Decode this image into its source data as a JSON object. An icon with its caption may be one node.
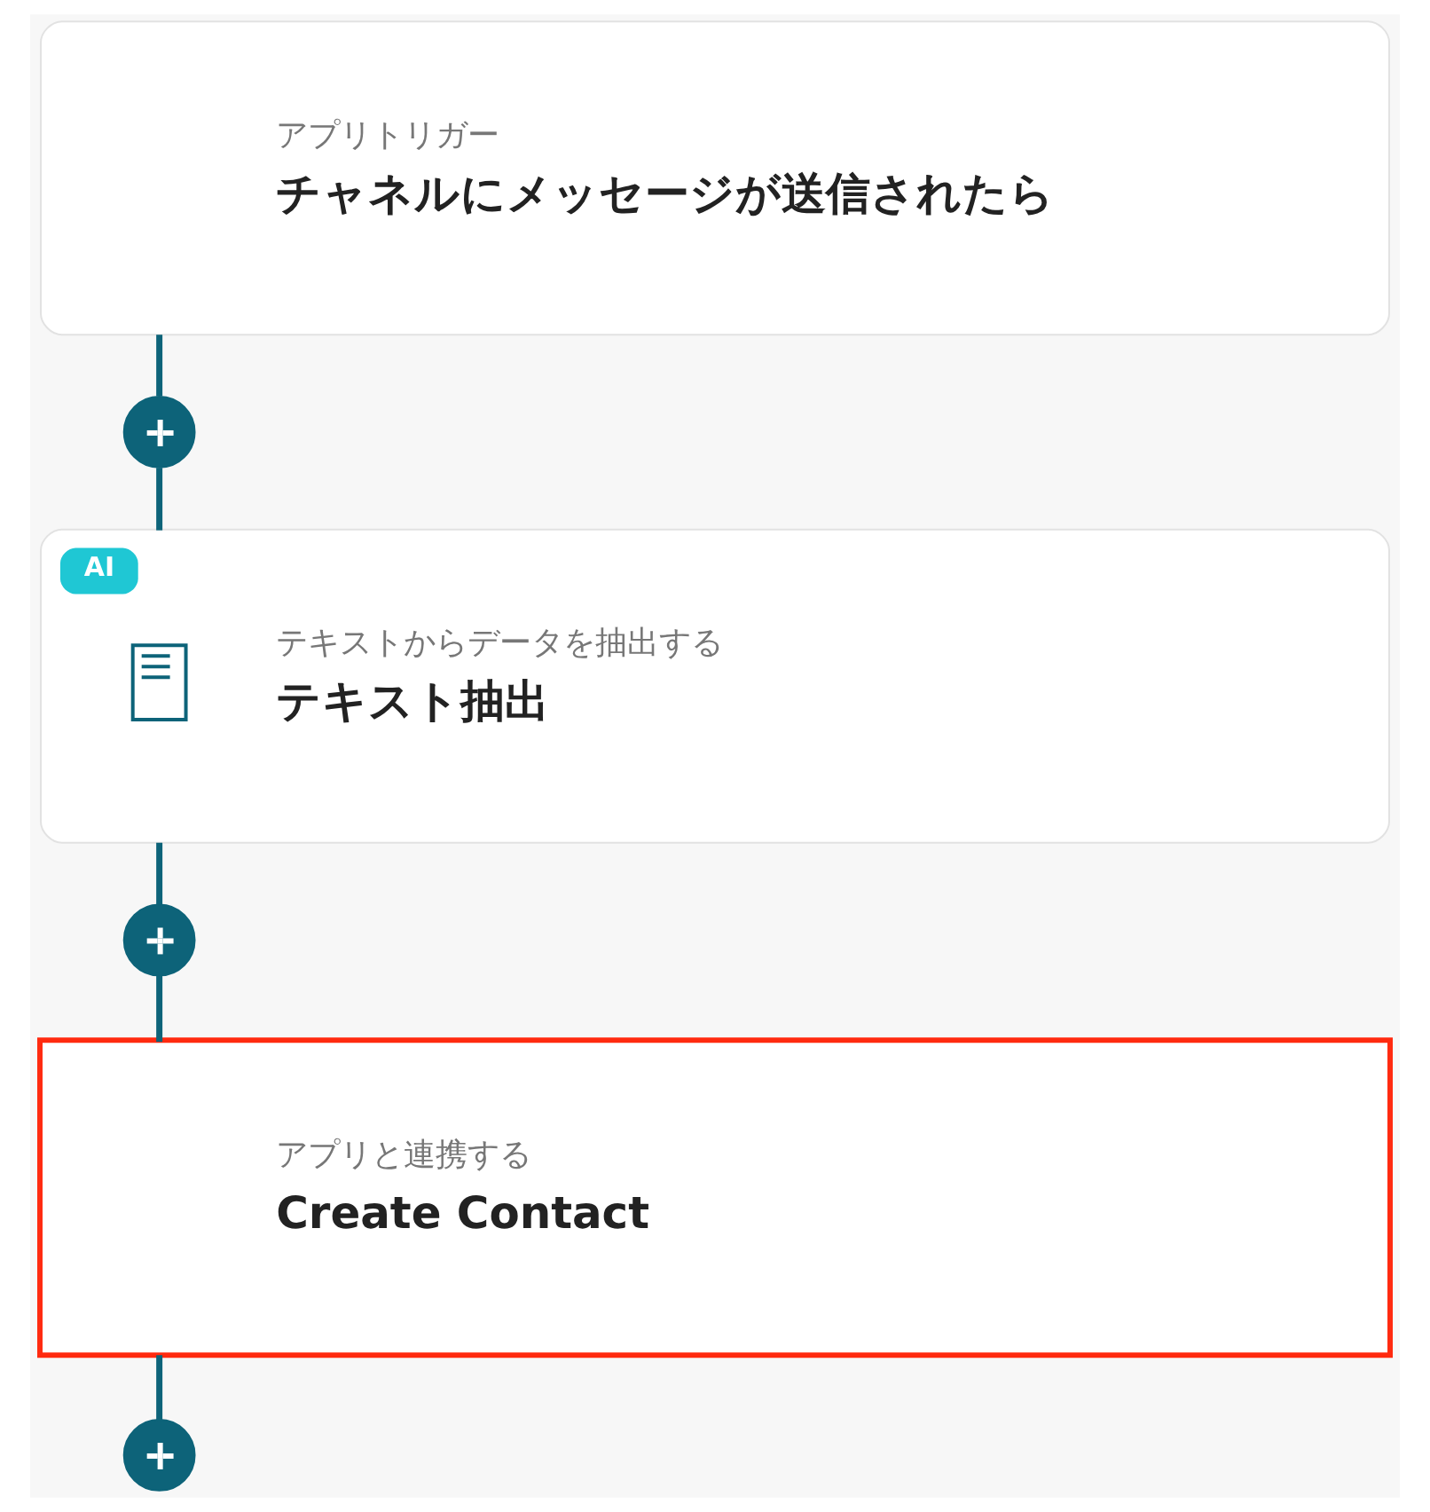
{
  "diagram": {
    "nodes": [
      {
        "text": [
          "アプリトリガー",
          "チャネルにメッセージが送信されたら"
        ]
      },
      {
        "text": [],
        "shape": "circle"
      },
      {
        "text": [
          "AI",
          "テキストからデータを抽出する",
          "テキスト抽出"
        ]
      },
      {
        "text": [],
        "shape": "circle"
      },
      {
        "text": [
          "アプリと連携する",
          "Create Contact"
        ]
      },
      {
        "text": [],
        "shape": "circle"
      }
    ],
    "edges": [
      {
        "from": 0,
        "to": 1,
        "arrow": "none"
      },
      {
        "from": 1,
        "to": 2,
        "arrow": "none"
      },
      {
        "from": 2,
        "to": 3,
        "arrow": "none"
      },
      {
        "from": 3,
        "to": 4,
        "arrow": "none"
      },
      {
        "from": 4,
        "to": 5,
        "arrow": "none"
      }
    ]
  }
}
